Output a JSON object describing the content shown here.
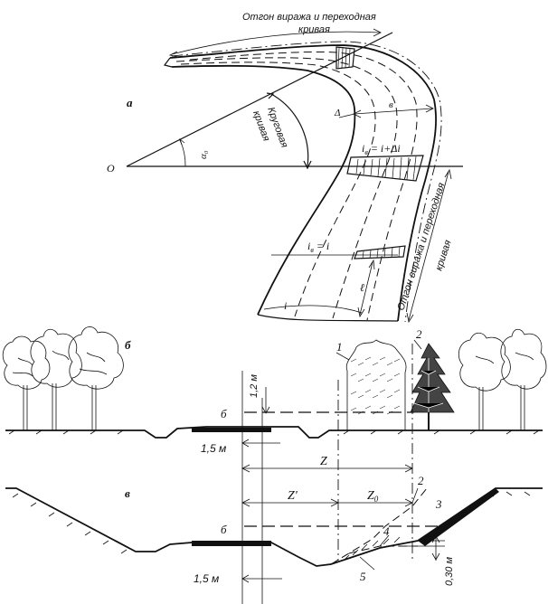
{
  "figure": {
    "parts": {
      "a": "а",
      "b": "б",
      "v": "в"
    },
    "plan": {
      "transition_top": "Отгон виража и переходная",
      "transition_top_2": "кривая",
      "transition_right": "Отгон виража и переходная",
      "transition_right_2": "кривая",
      "circular_1": "Круговая",
      "circular_2": "кривая",
      "origin": "O",
      "angle": "α₀",
      "delta": "Δ",
      "width": "в",
      "slope_curve": "i",
      "slope_curve_sub": "в",
      "slope_curve_rest": " = i+Δi",
      "slope_straight": "i",
      "slope_straight_sub": "в",
      "slope_straight_rest": " = i",
      "slope_end": "i",
      "length": "ℓ"
    },
    "section_b": {
      "marker_1": "1",
      "marker_2": "2",
      "point": "б",
      "height": "1,2 м",
      "offset": "1,5 м",
      "distance": "Z"
    },
    "section_v": {
      "marker_2": "2",
      "marker_3": "3",
      "marker_4": "4",
      "marker_5": "5",
      "point": "б",
      "distance_1": "Z'",
      "distance_2": "Z",
      "distance_2_sub": "0",
      "offset": "1,5 м",
      "depth": "0,30 м"
    }
  }
}
